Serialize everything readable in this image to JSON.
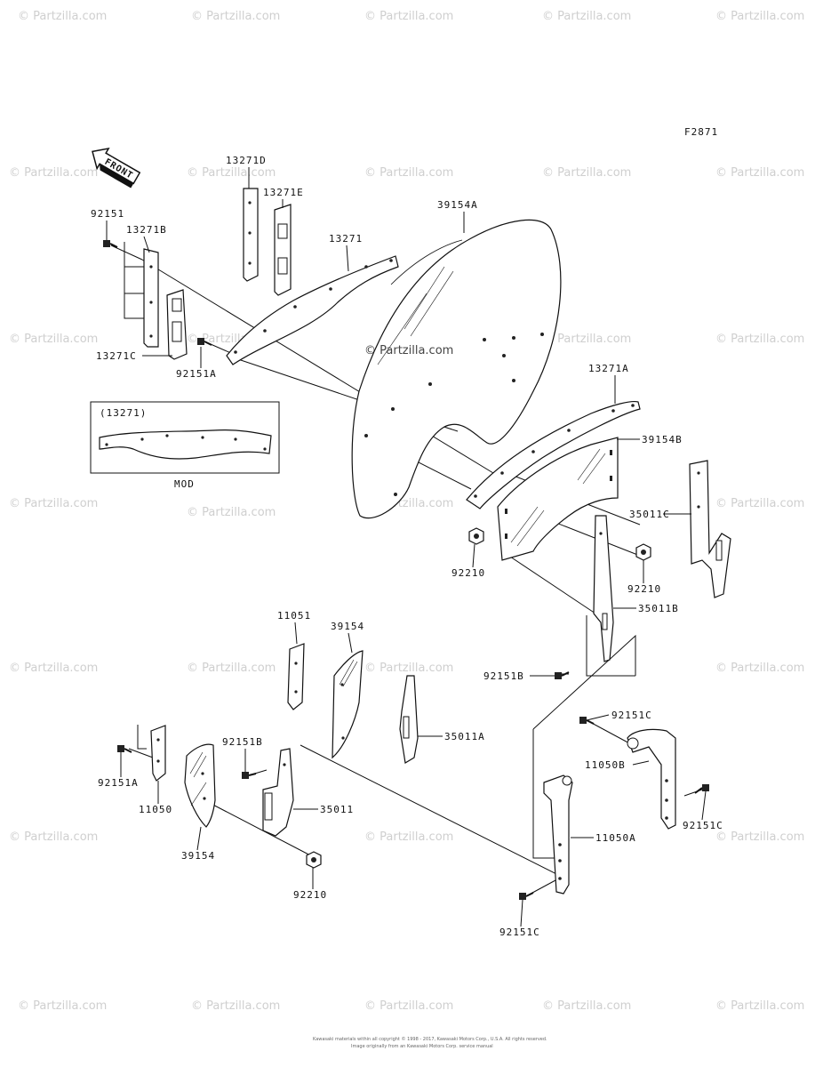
{
  "watermarks": {
    "text": "© Partzilla.com",
    "center_text": "© Partzilla.com"
  },
  "figure_code": "F2871",
  "front_arrow": "FRONT",
  "mod_box": {
    "title": "(13271)",
    "caption": "MOD"
  },
  "labels": {
    "l_13271D": "13271D",
    "l_13271E": "13271E",
    "l_92151_top": "92151",
    "l_13271B": "13271B",
    "l_13271": "13271",
    "l_39154A": "39154A",
    "l_13271C": "13271C",
    "l_92151A_top": "92151A",
    "l_13271A": "13271A",
    "l_39154B": "39154B",
    "l_35011C": "35011C",
    "l_92210_mid": "92210",
    "l_92210_right": "92210",
    "l_35011B": "35011B",
    "l_92151B_right": "92151B",
    "l_11051": "11051",
    "l_39154_mid": "39154",
    "l_35011A": "35011A",
    "l_92151C_top": "92151C",
    "l_92151B_left": "92151B",
    "l_11050B": "11050B",
    "l_92151A_left": "92151A",
    "l_11050": "11050",
    "l_35011": "35011",
    "l_92151C_right": "92151C",
    "l_39154_left": "39154",
    "l_11050A": "11050A",
    "l_92210_bottom": "92210",
    "l_92151C_bottom": "92151C"
  },
  "footer": {
    "line1": "Kawasaki materials within all copyright © 1998 - 2017, Kawasaki Motors Corp., U.S.A. All rights reserved.",
    "line2": "Image originally from an Kawasaki Motors Corp. service manual"
  }
}
